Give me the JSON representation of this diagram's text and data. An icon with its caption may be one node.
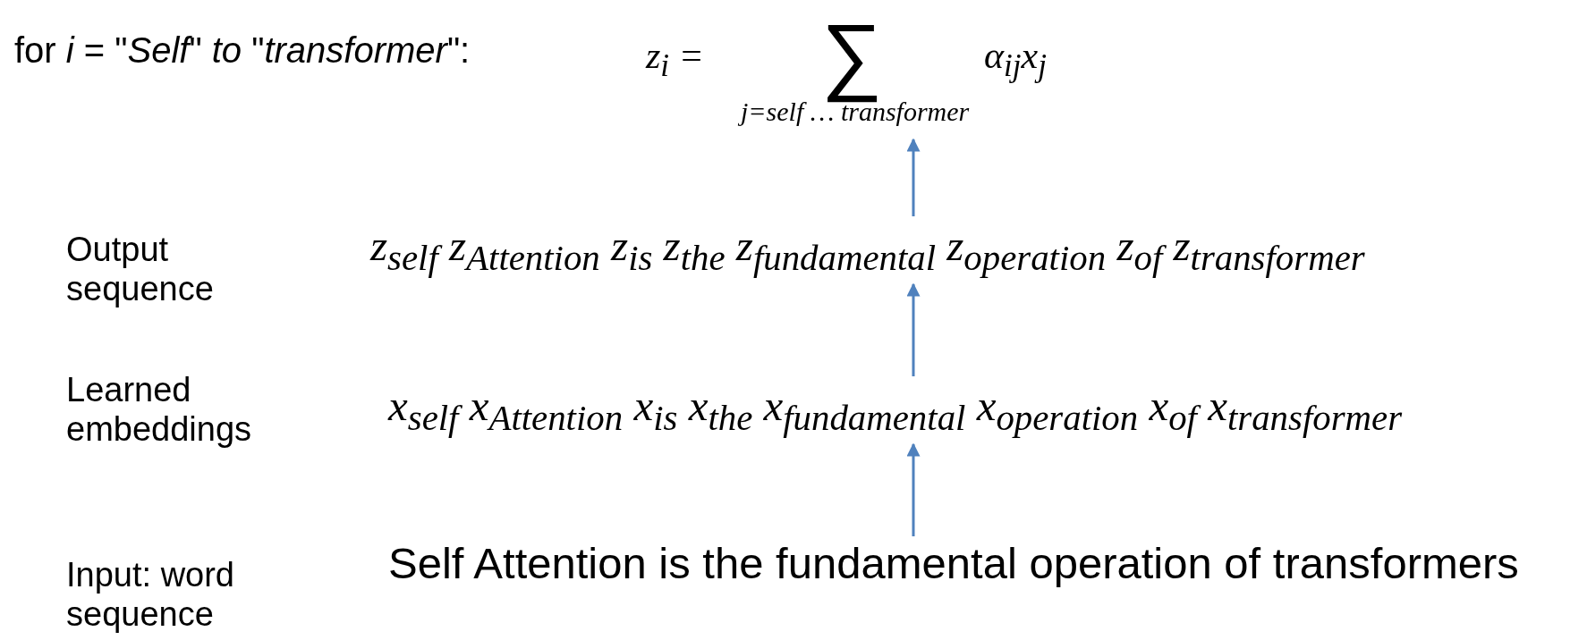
{
  "diagram": {
    "nodes": [
      {
        "text": [
          "for *i* = \"*Self*\" *to* \"*transformer*\":",
          "z$_{i}$ =",
          "∑",
          "j=self … transformer",
          "α$_{ij}$x$_{j}$"
        ]
      },
      {
        "text": [
          "z$_{self}$ z$_{Attention}$ z$_{is}$ z$_{the}$ z$_{fundamental}$ z$_{operation}$ z$_{of}$ z$_{transformer}$"
        ]
      },
      {
        "text": [
          "x$_{self}$ x$_{Attention}$ x$_{is}$ x$_{the}$ x$_{fundamental}$ x$_{operation}$ x$_{of}$ x$_{transformer}$"
        ]
      },
      {
        "text": [
          "Self Attention is the fundamental operation of transformers"
        ]
      }
    ],
    "edges": [
      {
        "from": 1,
        "to": 0,
        "arrow": "to"
      },
      {
        "from": 2,
        "to": 1,
        "arrow": "to"
      },
      {
        "from": 3,
        "to": 2,
        "arrow": "to"
      }
    ],
    "labels": [
      "Output sequence",
      "Learned embeddings",
      "Input: word sequence"
    ]
  }
}
